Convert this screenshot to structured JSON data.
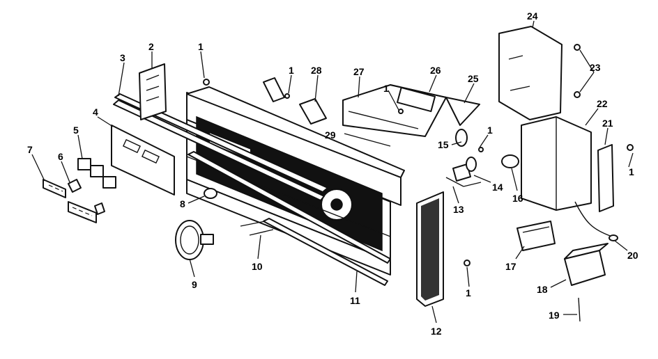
{
  "callouts": {
    "c1a": "1",
    "c1b": "1",
    "c1c": "1",
    "c1d": "1",
    "c1e": "1",
    "c1f": "1",
    "c2": "2",
    "c3": "3",
    "c4": "4",
    "c5": "5",
    "c6": "6",
    "c7": "7",
    "c8": "8",
    "c9": "9",
    "c10": "10",
    "c11": "11",
    "c12": "12",
    "c13": "13",
    "c14": "14",
    "c15": "15",
    "c16": "16",
    "c17": "17",
    "c18": "18",
    "c19": "19",
    "c20": "20",
    "c21": "21",
    "c22": "22",
    "c23": "23",
    "c24": "24",
    "c25": "25",
    "c26": "26",
    "c27": "27",
    "c28": "28",
    "c29": "29"
  }
}
